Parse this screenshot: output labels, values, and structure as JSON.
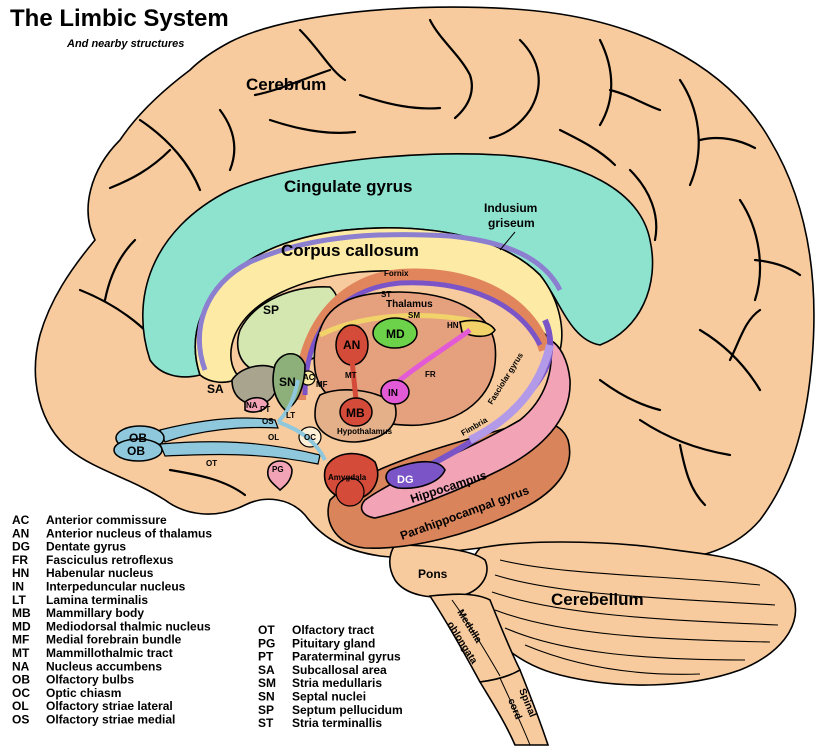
{
  "title": "The Limbic System",
  "subtitle": "And nearby structures",
  "colors": {
    "brain": "#f7cb9d",
    "cingulate": "#8ee3cf",
    "callosum": "#fdeaa5",
    "tract_blue": "#8fc8dc",
    "purple": "#7b55c7",
    "pink": "#f2a3b5",
    "red": "#d44b3a",
    "green": "#6bd24a",
    "magenta": "#e35ad6",
    "parahippocampal": "#d9845b",
    "thalamus": "#e5a07e"
  },
  "labels": {
    "cerebrum": "Cerebrum",
    "cingulate_gyrus": "Cingulate gyrus",
    "indusium_line1": "Indusium",
    "indusium_line2": "griseum",
    "corpus_callosum": "Corpus callosum",
    "fornix": "Fornix",
    "st": "ST",
    "thalamus": "Thalamus",
    "sm": "SM",
    "hn": "HN",
    "md": "MD",
    "an": "AN",
    "mt": "MT",
    "fr": "FR",
    "in": "IN",
    "mb": "MB",
    "hypothalamus": "Hypothalamus",
    "sp": "SP",
    "sa": "SA",
    "sn": "SN",
    "na": "NA",
    "ac": "AC",
    "mf": "MF",
    "pt": "PT",
    "lt": "LT",
    "os": "OS",
    "ol": "OL",
    "oc": "OC",
    "pg": "PG",
    "ob_upper": "OB",
    "ob_lower": "OB",
    "ot": "OT",
    "amygdala": "Amygdala",
    "dg": "DG",
    "hippocampus": "Hippocampus",
    "fimbria": "Fimbria",
    "fasciolar_gyrus": "Fasciolar gyrus",
    "parahippocampal_gyrus": "Parahippocampal gyrus",
    "pons": "Pons",
    "medulla_line1": "Medulla",
    "medulla_line2": "oblongata",
    "cerebellum": "Cerebellum",
    "spinal_line1": "Spinal",
    "spinal_line2": "cord"
  },
  "legend_left": [
    {
      "abbr": "AC",
      "name": "Anterior commissure"
    },
    {
      "abbr": "AN",
      "name": "Anterior nucleus of thalamus"
    },
    {
      "abbr": "DG",
      "name": "Dentate gyrus"
    },
    {
      "abbr": "FR",
      "name": "Fasciculus retroflexus"
    },
    {
      "abbr": "HN",
      "name": "Habenular nucleus"
    },
    {
      "abbr": "IN",
      "name": "Interpeduncular nucleus"
    },
    {
      "abbr": "LT",
      "name": "Lamina terminalis"
    },
    {
      "abbr": "MB",
      "name": "Mammillary body"
    },
    {
      "abbr": "MD",
      "name": "Mediodorsal thalmic nucleus"
    },
    {
      "abbr": "MF",
      "name": "Medial forebrain bundle"
    },
    {
      "abbr": "MT",
      "name": "Mammillothalmic tract"
    },
    {
      "abbr": "NA",
      "name": "Nucleus accumbens"
    },
    {
      "abbr": "OB",
      "name": "Olfactory bulbs"
    },
    {
      "abbr": "OC",
      "name": "Optic chiasm"
    },
    {
      "abbr": "OL",
      "name": "Olfactory striae lateral"
    },
    {
      "abbr": "OS",
      "name": "Olfactory striae medial"
    }
  ],
  "legend_right": [
    {
      "abbr": "OT",
      "name": "Olfactory tract"
    },
    {
      "abbr": "PG",
      "name": "Pituitary gland"
    },
    {
      "abbr": "PT",
      "name": "Paraterminal gyrus"
    },
    {
      "abbr": "SA",
      "name": "Subcallosal area"
    },
    {
      "abbr": "SM",
      "name": "Stria medullaris"
    },
    {
      "abbr": "SN",
      "name": "Septal nuclei"
    },
    {
      "abbr": "SP",
      "name": "Septum pellucidum"
    },
    {
      "abbr": "ST",
      "name": "Stria terminallis"
    }
  ]
}
